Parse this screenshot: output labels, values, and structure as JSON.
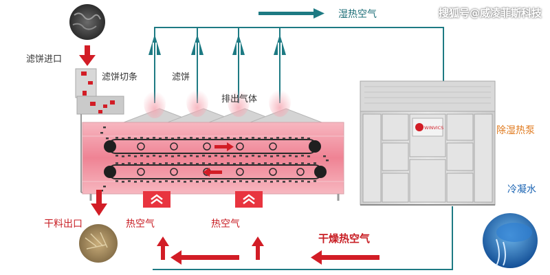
{
  "watermark": "搜狐号@威凌菲斯科技",
  "labels": {
    "cake_inlet": "滤饼进口",
    "cake_cutting": "滤饼切条",
    "filter_cake": "滤饼",
    "exhaust_gas": "排出气体",
    "humid_hot_air": "湿热空气",
    "dehumidify_heat_pump": "除湿热泵",
    "condensate": "冷凝水",
    "dry_outlet": "干料出口",
    "hot_air_left": "热空气",
    "hot_air_right": "热空气",
    "dry_hot_air": "干燥热空气",
    "brand": "WINVICS"
  },
  "colors": {
    "teal": "#1d7a83",
    "red": "#d21d26",
    "dryer_pink": "#f39aa6",
    "dryer_deep": "#e04c5e",
    "cabinet": "#dcdcdc",
    "orange": "#e07a1e",
    "blue": "#1b64b3"
  },
  "icons": {
    "flow_up": "teal-up-arrow-icon",
    "flow_right": "teal-right-arrow-icon",
    "hot_flow": "red-arrow-icon",
    "vent": "chevron-up-icon"
  }
}
